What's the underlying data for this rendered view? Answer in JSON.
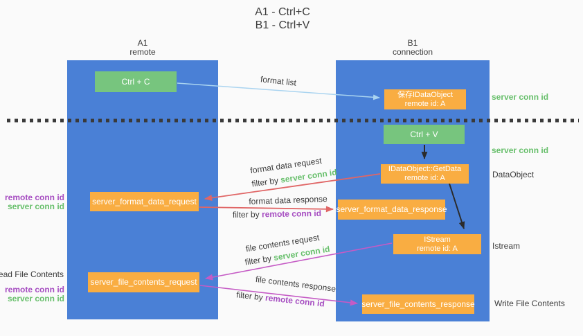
{
  "title": {
    "line1": "A1 - Ctrl+C",
    "line2": "B1 - Ctrl+V"
  },
  "lanes": {
    "left": {
      "name": "A1",
      "role": "remote"
    },
    "right": {
      "name": "B1",
      "role": "connection"
    }
  },
  "nodes": {
    "ctrl_c": {
      "label": "Ctrl + C"
    },
    "ctrl_v": {
      "label": "Ctrl + V"
    },
    "save_dataobject": {
      "line1": "保存IDataObject",
      "line2": "remote id: A"
    },
    "getdata": {
      "line1": "IDataObject::GetData",
      "line2": "remote id: A"
    },
    "istream": {
      "line1": "IStream",
      "line2": "remote id: A"
    },
    "format_request": {
      "label": "server_format_data_request"
    },
    "format_response": {
      "label": "server_format_data_response"
    },
    "file_request": {
      "label": "server_file_contents_request"
    },
    "file_response": {
      "label": "server_file_contents_response"
    }
  },
  "arrow_labels": {
    "format_list": "format list",
    "format_data_request": "format data request",
    "format_data_response": "format data response",
    "file_contents_request": "file contents request",
    "file_contents_response": "file contents response",
    "filter_by": "filter by",
    "server_conn_id": "server conn id",
    "remote_conn_id": "remote conn id"
  },
  "side_labels": {
    "server_conn_id_right_top": "server conn id",
    "server_conn_id_right_mid": "server conn id",
    "dataobject": "DataObject",
    "istream": "Istream",
    "write_file_contents": "Write File Contents",
    "read_file_contents": "Read File Contents",
    "remote_conn_id_format": "remote conn id",
    "server_conn_id_format": "server conn id",
    "remote_conn_id_file": "remote conn id",
    "server_conn_id_file": "server conn id"
  },
  "colors": {
    "lane_blue": "#4a80d6",
    "box_green": "#77c57e",
    "box_orange": "#f9ad42",
    "text_green": "#67bf6b",
    "text_purple": "#a64dc1",
    "arrow_red": "#e06666",
    "arrow_magenta": "#c55bc5",
    "arrow_blue": "#aad4f0",
    "arrow_black": "#2b2b2b"
  }
}
